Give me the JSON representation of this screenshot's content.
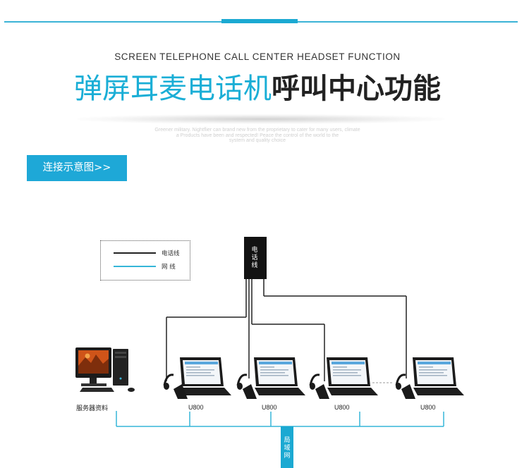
{
  "header": {
    "subtitle_en": "SCREEN TELEPHONE CALL CENTER HEADSET FUNCTION",
    "title_part1": "弹屏耳麦电话机",
    "title_part2": "呼叫中心功能",
    "faint_line1": "Greener military. Nightflier can brand new from the proprietary to cater for many users, climate",
    "faint_line2": "a Products have been and respected! Peace the control of the world to the",
    "faint_line3": "system and quality choice"
  },
  "diagram_button": {
    "label": "连接示意图>>"
  },
  "legend": {
    "items": [
      {
        "label": "电话线",
        "color": "#222222"
      },
      {
        "label": "网  线",
        "color": "#35b6d8"
      }
    ]
  },
  "diagram": {
    "phone_line_box_label": "电话线",
    "lan_label": "局域网",
    "server_label": "服务器资料",
    "laptops": [
      {
        "label": "U800"
      },
      {
        "label": "U800"
      },
      {
        "label": "U800"
      },
      {
        "label": "U800"
      }
    ],
    "colors": {
      "phone_line": "#222222",
      "network_line": "#35b6d8",
      "accent": "#1ba9d2"
    }
  }
}
